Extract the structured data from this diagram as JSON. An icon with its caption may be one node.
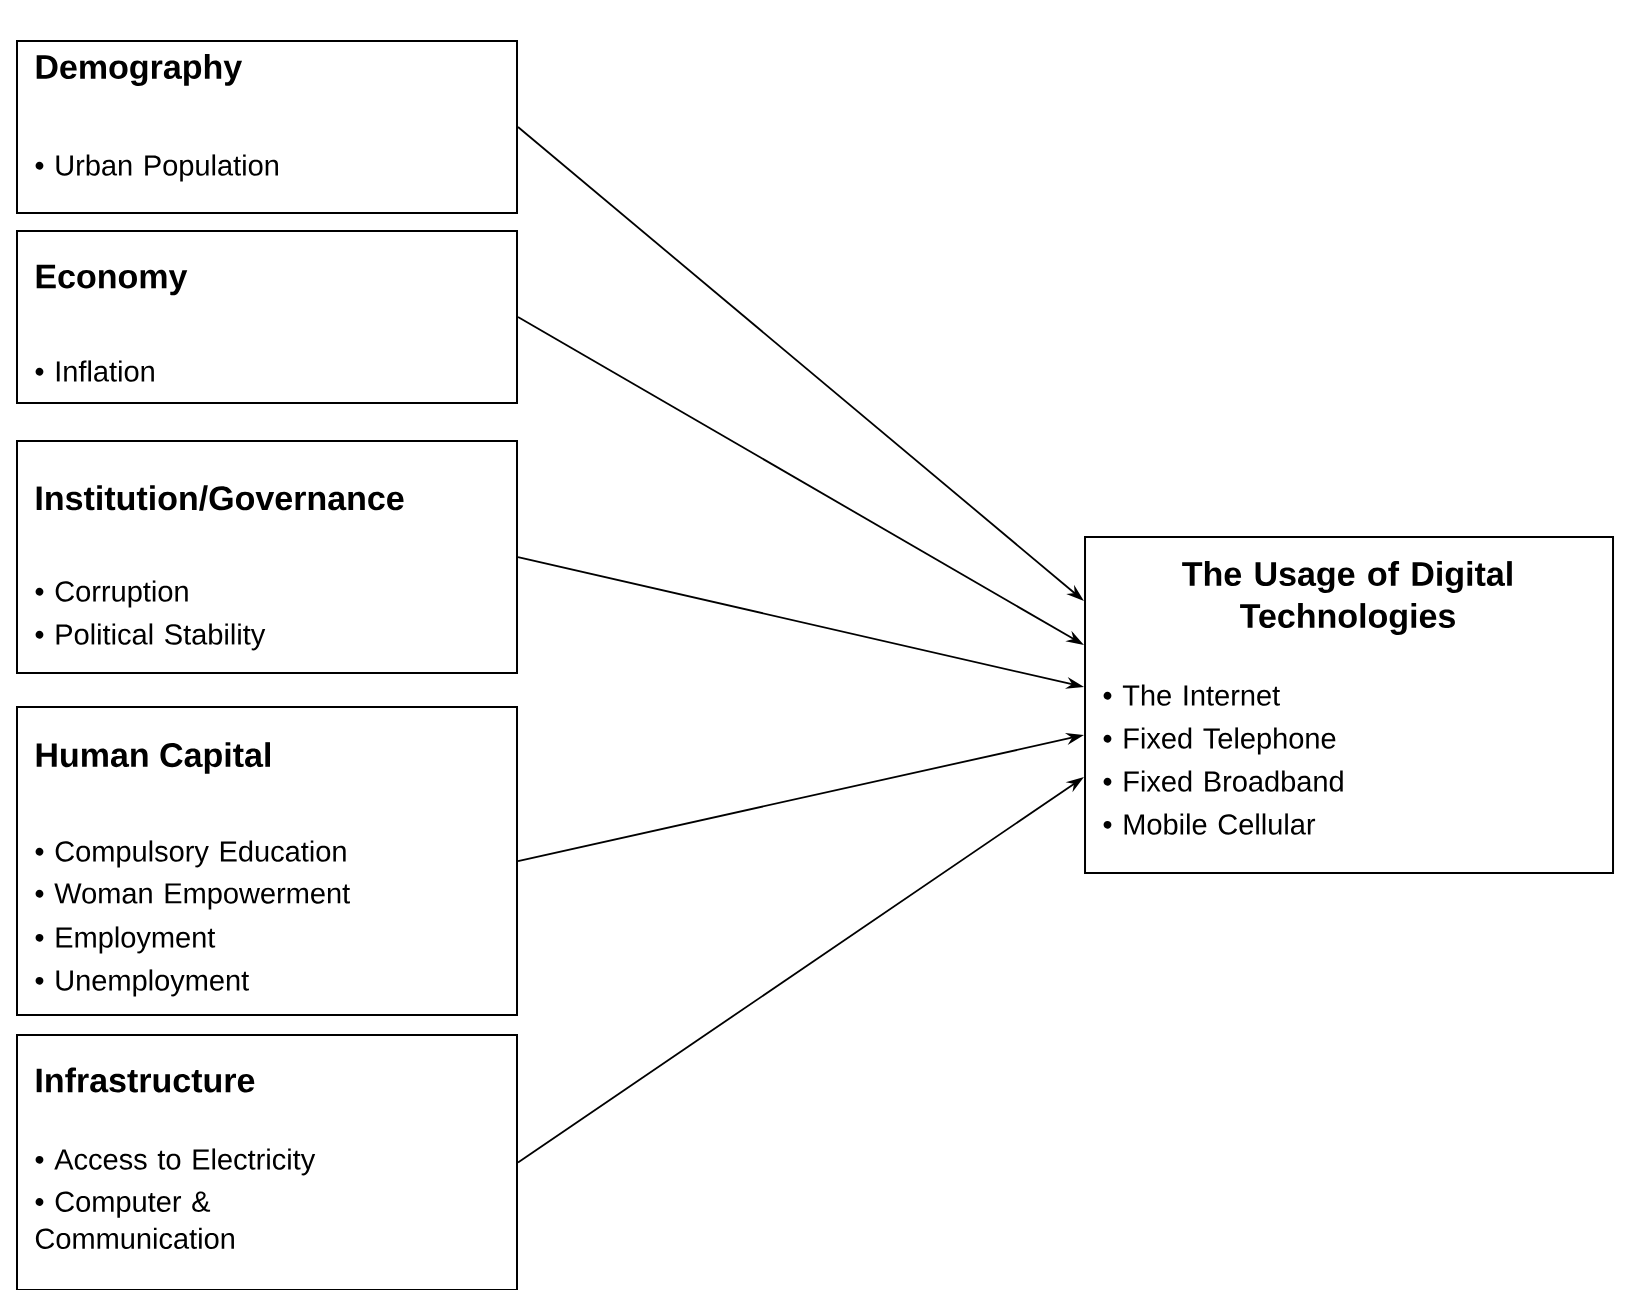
{
  "diagram": {
    "nodes": [
      {
        "text": [
          "Demography",
          "• Urban Population"
        ]
      },
      {
        "text": [
          "Economy",
          "• Inflation"
        ]
      },
      {
        "text": [
          "Institution/Governance",
          "• Corruption",
          "• Political Stability"
        ]
      },
      {
        "text": [
          "Human Capital",
          "• Compulsory Education",
          "• Woman Empowerment",
          "• Employment",
          "• Unemployment"
        ]
      },
      {
        "text": [
          "Infrastructure",
          "• Access to Electricity",
          "• Computer & Communication"
        ]
      },
      {
        "text": [
          "The Usage of Digital Technologies",
          "• The Internet",
          "• Fixed Telephone",
          "• Fixed Broadband",
          "• Mobile Cellular"
        ]
      }
    ],
    "edges": [
      {
        "from": 0,
        "to": 5,
        "arrow": "to"
      },
      {
        "from": 1,
        "to": 5,
        "arrow": "to"
      },
      {
        "from": 2,
        "to": 5,
        "arrow": "to"
      },
      {
        "from": 3,
        "to": 5,
        "arrow": "to"
      },
      {
        "from": 4,
        "to": 5,
        "arrow": "to"
      }
    ]
  }
}
